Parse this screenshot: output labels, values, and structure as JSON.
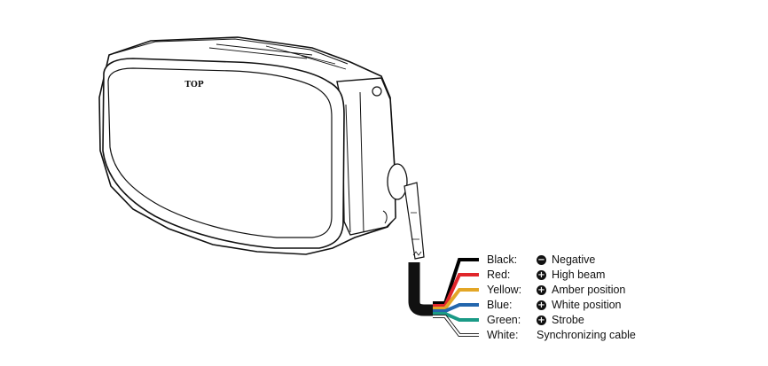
{
  "lamp": {
    "top_mark": "TOP"
  },
  "wires": [
    {
      "id": "black",
      "label": "Black:",
      "sign": "minus",
      "description": "Negative",
      "color": "#000000"
    },
    {
      "id": "red",
      "label": "Red:",
      "sign": "plus",
      "description": "High beam",
      "color": "#e0262b"
    },
    {
      "id": "yellow",
      "label": "Yellow:",
      "sign": "plus",
      "description": "Amber position",
      "color": "#e3a626"
    },
    {
      "id": "blue",
      "label": "Blue:",
      "sign": "plus",
      "description": "White position",
      "color": "#2366ad"
    },
    {
      "id": "green",
      "label": "Green:",
      "sign": "plus",
      "description": "Strobe",
      "color": "#1a9a86"
    },
    {
      "id": "white",
      "label": "White:",
      "sign": "none",
      "description": "Synchronizing cable",
      "color": "#ffffff"
    }
  ]
}
